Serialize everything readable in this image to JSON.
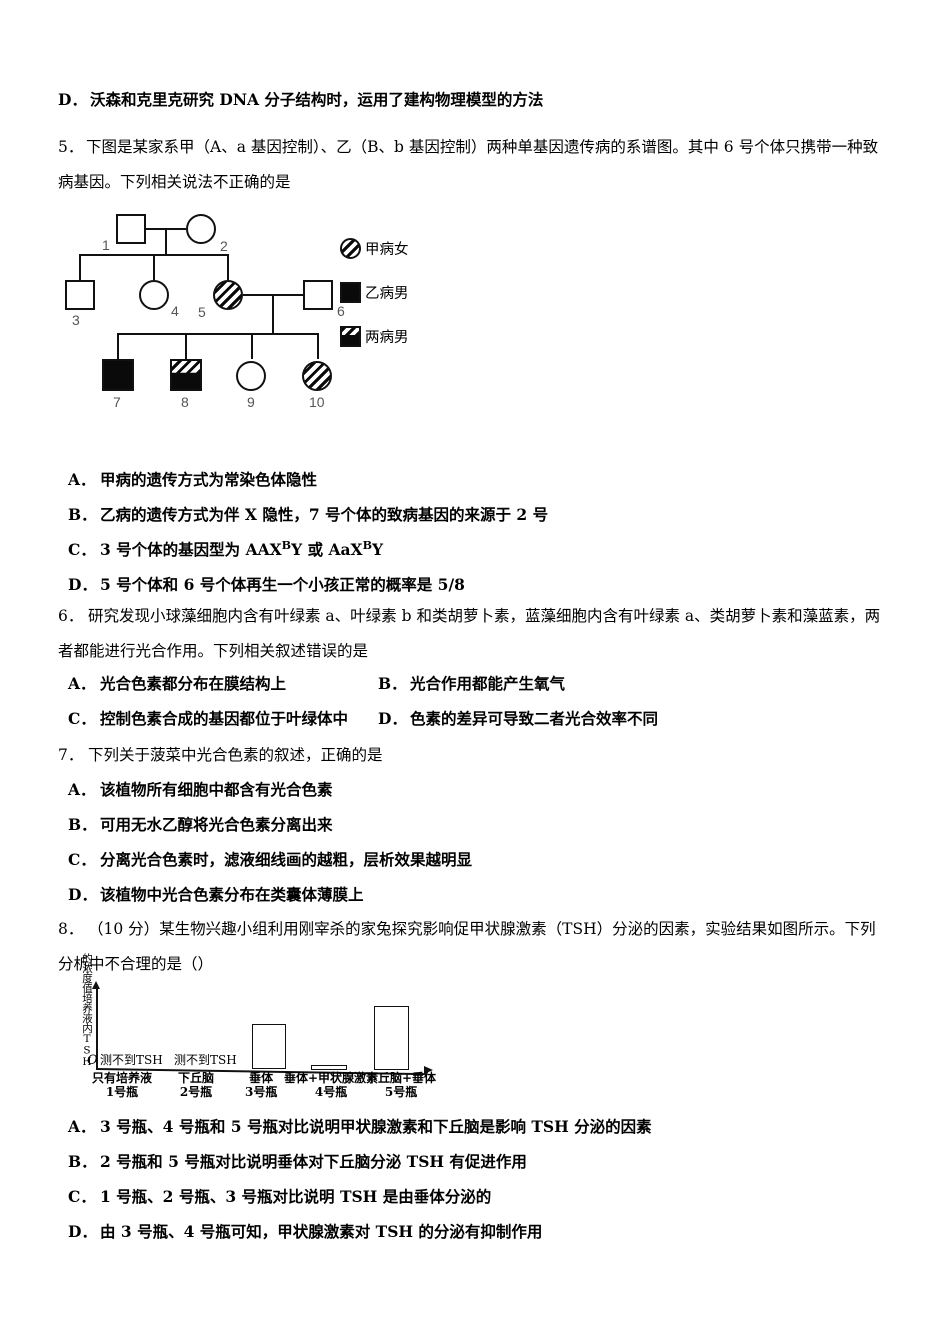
{
  "page": {
    "q4_tail": {
      "letter": "D．",
      "text": "沃森和克里克研究 DNA 分子结构时，运用了建构物理模型的方法"
    },
    "q5": {
      "number": "5．",
      "stem_line1": "下图是某家系甲（A、a 基因控制）、乙（B、b 基因控制）两种单基因遗传病的系谱图。其中 6 号个体只携带一种致",
      "stem_line2": "病基因。下列相关说法不正确的是",
      "options": [
        {
          "letter": "A．",
          "text": "甲病的遗传方式为常染色体隐性"
        },
        {
          "letter": "B．",
          "text": "乙病的遗传方式为伴 X 隐性，7 号个体的致病基因的来源于 2 号"
        },
        {
          "letter": "C．",
          "text": "3 号个体的基因型为 AAX<sup>B</sup>Y 或 AaX<sup>B</sup>Y",
          "html": true
        },
        {
          "letter": "D．",
          "text": "5 号个体和 6 号个体再生一个小孩正常的概率是 5/8"
        }
      ],
      "pedigree": {
        "individuals": [
          {
            "id": "1",
            "sex": "male",
            "shape": "square",
            "status": "unaffected"
          },
          {
            "id": "2",
            "sex": "female",
            "shape": "circle",
            "status": "unaffected"
          },
          {
            "id": "3",
            "sex": "male",
            "shape": "square",
            "status": "unaffected"
          },
          {
            "id": "4",
            "sex": "female",
            "shape": "circle",
            "status": "unaffected"
          },
          {
            "id": "5",
            "sex": "female",
            "shape": "circle",
            "status": "disease-jia"
          },
          {
            "id": "6",
            "sex": "male",
            "shape": "square",
            "status": "unaffected"
          },
          {
            "id": "7",
            "sex": "male",
            "shape": "square",
            "status": "disease-yi"
          },
          {
            "id": "8",
            "sex": "male",
            "shape": "square",
            "status": "disease-both"
          },
          {
            "id": "9",
            "sex": "female",
            "shape": "circle",
            "status": "unaffected"
          },
          {
            "id": "10",
            "sex": "female",
            "shape": "circle",
            "status": "disease-jia"
          }
        ],
        "legend": [
          {
            "mark": "hatched-circle",
            "label": "甲病女"
          },
          {
            "mark": "filled-square",
            "label": "乙病男"
          },
          {
            "mark": "half-hatched-square",
            "label": "两病男"
          }
        ]
      }
    },
    "q6": {
      "number": "6．",
      "stem_line1": "研究发现小球藻细胞内含有叶绿素 a、叶绿素 b 和类胡萝卜素，蓝藻细胞内含有叶绿素 a、类胡萝卜素和藻蓝素，两",
      "stem_line2": "者都能进行光合作用。下列相关叙述错误的是",
      "options": [
        {
          "letter": "A．",
          "text": "光合色素都分布在膜结构上"
        },
        {
          "letter": "B．",
          "text": "光合作用都能产生氧气"
        },
        {
          "letter": "C．",
          "text": "控制色素合成的基因都位于叶绿体中"
        },
        {
          "letter": "D．",
          "text": "色素的差异可导致二者光合效率不同"
        }
      ]
    },
    "q7": {
      "number": "7．",
      "stem": "下列关于菠菜中光合色素的叙述，正确的是",
      "options": [
        {
          "letter": "A．",
          "text": "该植物所有细胞中都含有光合色素"
        },
        {
          "letter": "B．",
          "text": "可用无水乙醇将光合色素分离出来"
        },
        {
          "letter": "C．",
          "text": "分离光合色素时，滤液细线画的越粗，层析效果越明显"
        },
        {
          "letter": "D．",
          "text": "该植物中光合色素分布在类囊体薄膜上"
        }
      ]
    },
    "q8": {
      "number": "8．",
      "stem_line1": "（10 分）某生物兴趣小组利用刚宰杀的家兔探究影响促甲状腺激素（TSH）分泌的因素，实验结果如图所示。下列",
      "stem_line2": "分析中不合理的是（）",
      "options": [
        {
          "letter": "A．",
          "text": "3 号瓶、4 号瓶和 5 号瓶对比说明甲状腺激素和下丘脑是影响 TSH 分泌的因素"
        },
        {
          "letter": "B．",
          "text": "2 号瓶和 5 号瓶对比说明垂体对下丘脑分泌 TSH 有促进作用"
        },
        {
          "letter": "C．",
          "text": "1 号瓶、2 号瓶、3 号瓶对比说明 TSH 是由垂体分泌的"
        },
        {
          "letter": "D．",
          "text": "由 3 号瓶、4 号瓶可知，甲状腺激素对 TSH 的分泌有抑制作用"
        }
      ]
    }
  },
  "chart_data": {
    "type": "bar",
    "title": "",
    "xlabel": "",
    "ylabel": "培养液内TSH的浓度值",
    "ylabel_col1": "培养液内TSH",
    "ylabel_col2": "的浓度值",
    "origin_label": "O",
    "categories": [
      "只有培养液",
      "下丘脑",
      "垂体",
      "垂体+甲状腺激素",
      "下丘脑+垂体"
    ],
    "category_sublabels": [
      "1号瓶",
      "2号瓶",
      "3号瓶",
      "4号瓶",
      "5号瓶"
    ],
    "values": [
      0,
      0,
      55,
      4,
      78
    ],
    "ylim": [
      0,
      100
    ],
    "grid": false,
    "legend_position": "none",
    "annotations": [
      {
        "category": "只有培养液",
        "text": "测不到TSH"
      },
      {
        "category": "下丘脑",
        "text": "测不到TSH"
      }
    ]
  }
}
